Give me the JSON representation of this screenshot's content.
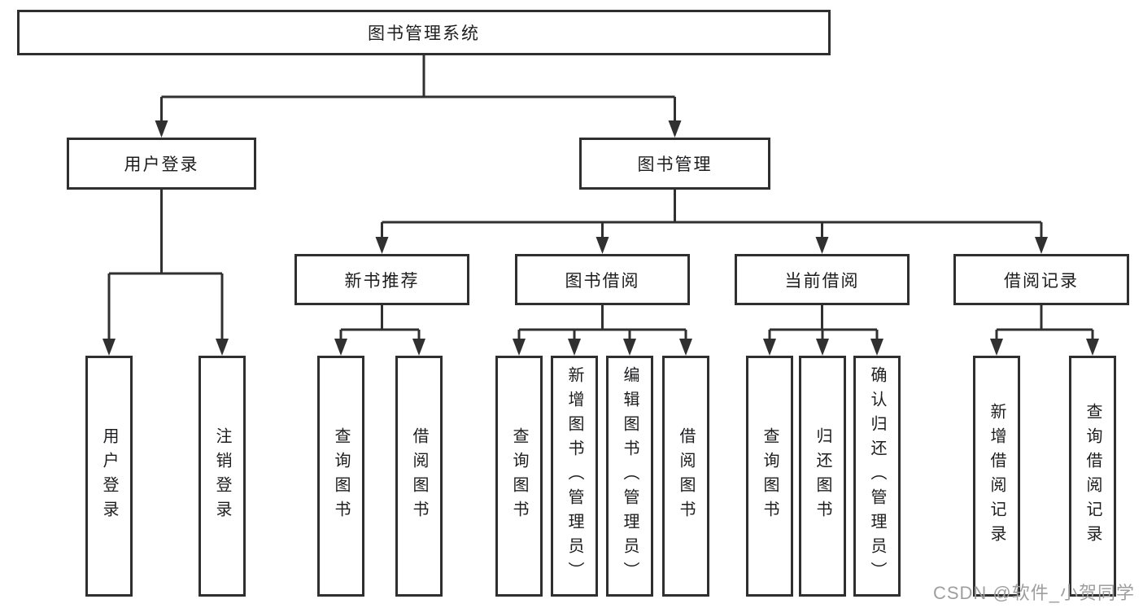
{
  "diagram_title": "图书管理系统",
  "nodes": {
    "root": "图书管理系统",
    "user_login": "用户登录",
    "book_mgmt": "图书管理",
    "new_book": "新书推荐",
    "book_borrow": "图书借阅",
    "current_borrow": "当前借阅",
    "borrow_record": "借阅记录",
    "ul_login": "用户登录",
    "ul_logout": "注销登录",
    "nb_query": "查询图书",
    "nb_borrow": "借阅图书",
    "bb_query": "查询图书",
    "bb_add": "新增图书（管理员）",
    "bb_edit": "编辑图书（管理员）",
    "bb_borrow": "借阅图书",
    "cb_query": "查询图书",
    "cb_return": "归还图书",
    "cb_confirm": "确认归还（管理员）",
    "br_add": "新增借阅记录",
    "br_query": "查询借阅记录"
  },
  "hierarchy": {
    "图书管理系统": {
      "用户登录": [
        "用户登录",
        "注销登录"
      ],
      "图书管理": {
        "新书推荐": [
          "查询图书",
          "借阅图书"
        ],
        "图书借阅": [
          "查询图书",
          "新增图书（管理员）",
          "编辑图书（管理员）",
          "借阅图书"
        ],
        "当前借阅": [
          "查询图书",
          "归还图书",
          "确认归还（管理员）"
        ],
        "借阅记录": [
          "新增借阅记录",
          "查询借阅记录"
        ]
      }
    }
  },
  "watermark": "CSDN @软件_小贺同学",
  "colors": {
    "line": "#303030",
    "box_border": "#2f2f2f",
    "box_bg": "#ffffff",
    "text": "#1d1d1f",
    "watermark": "#9e9e9e"
  }
}
